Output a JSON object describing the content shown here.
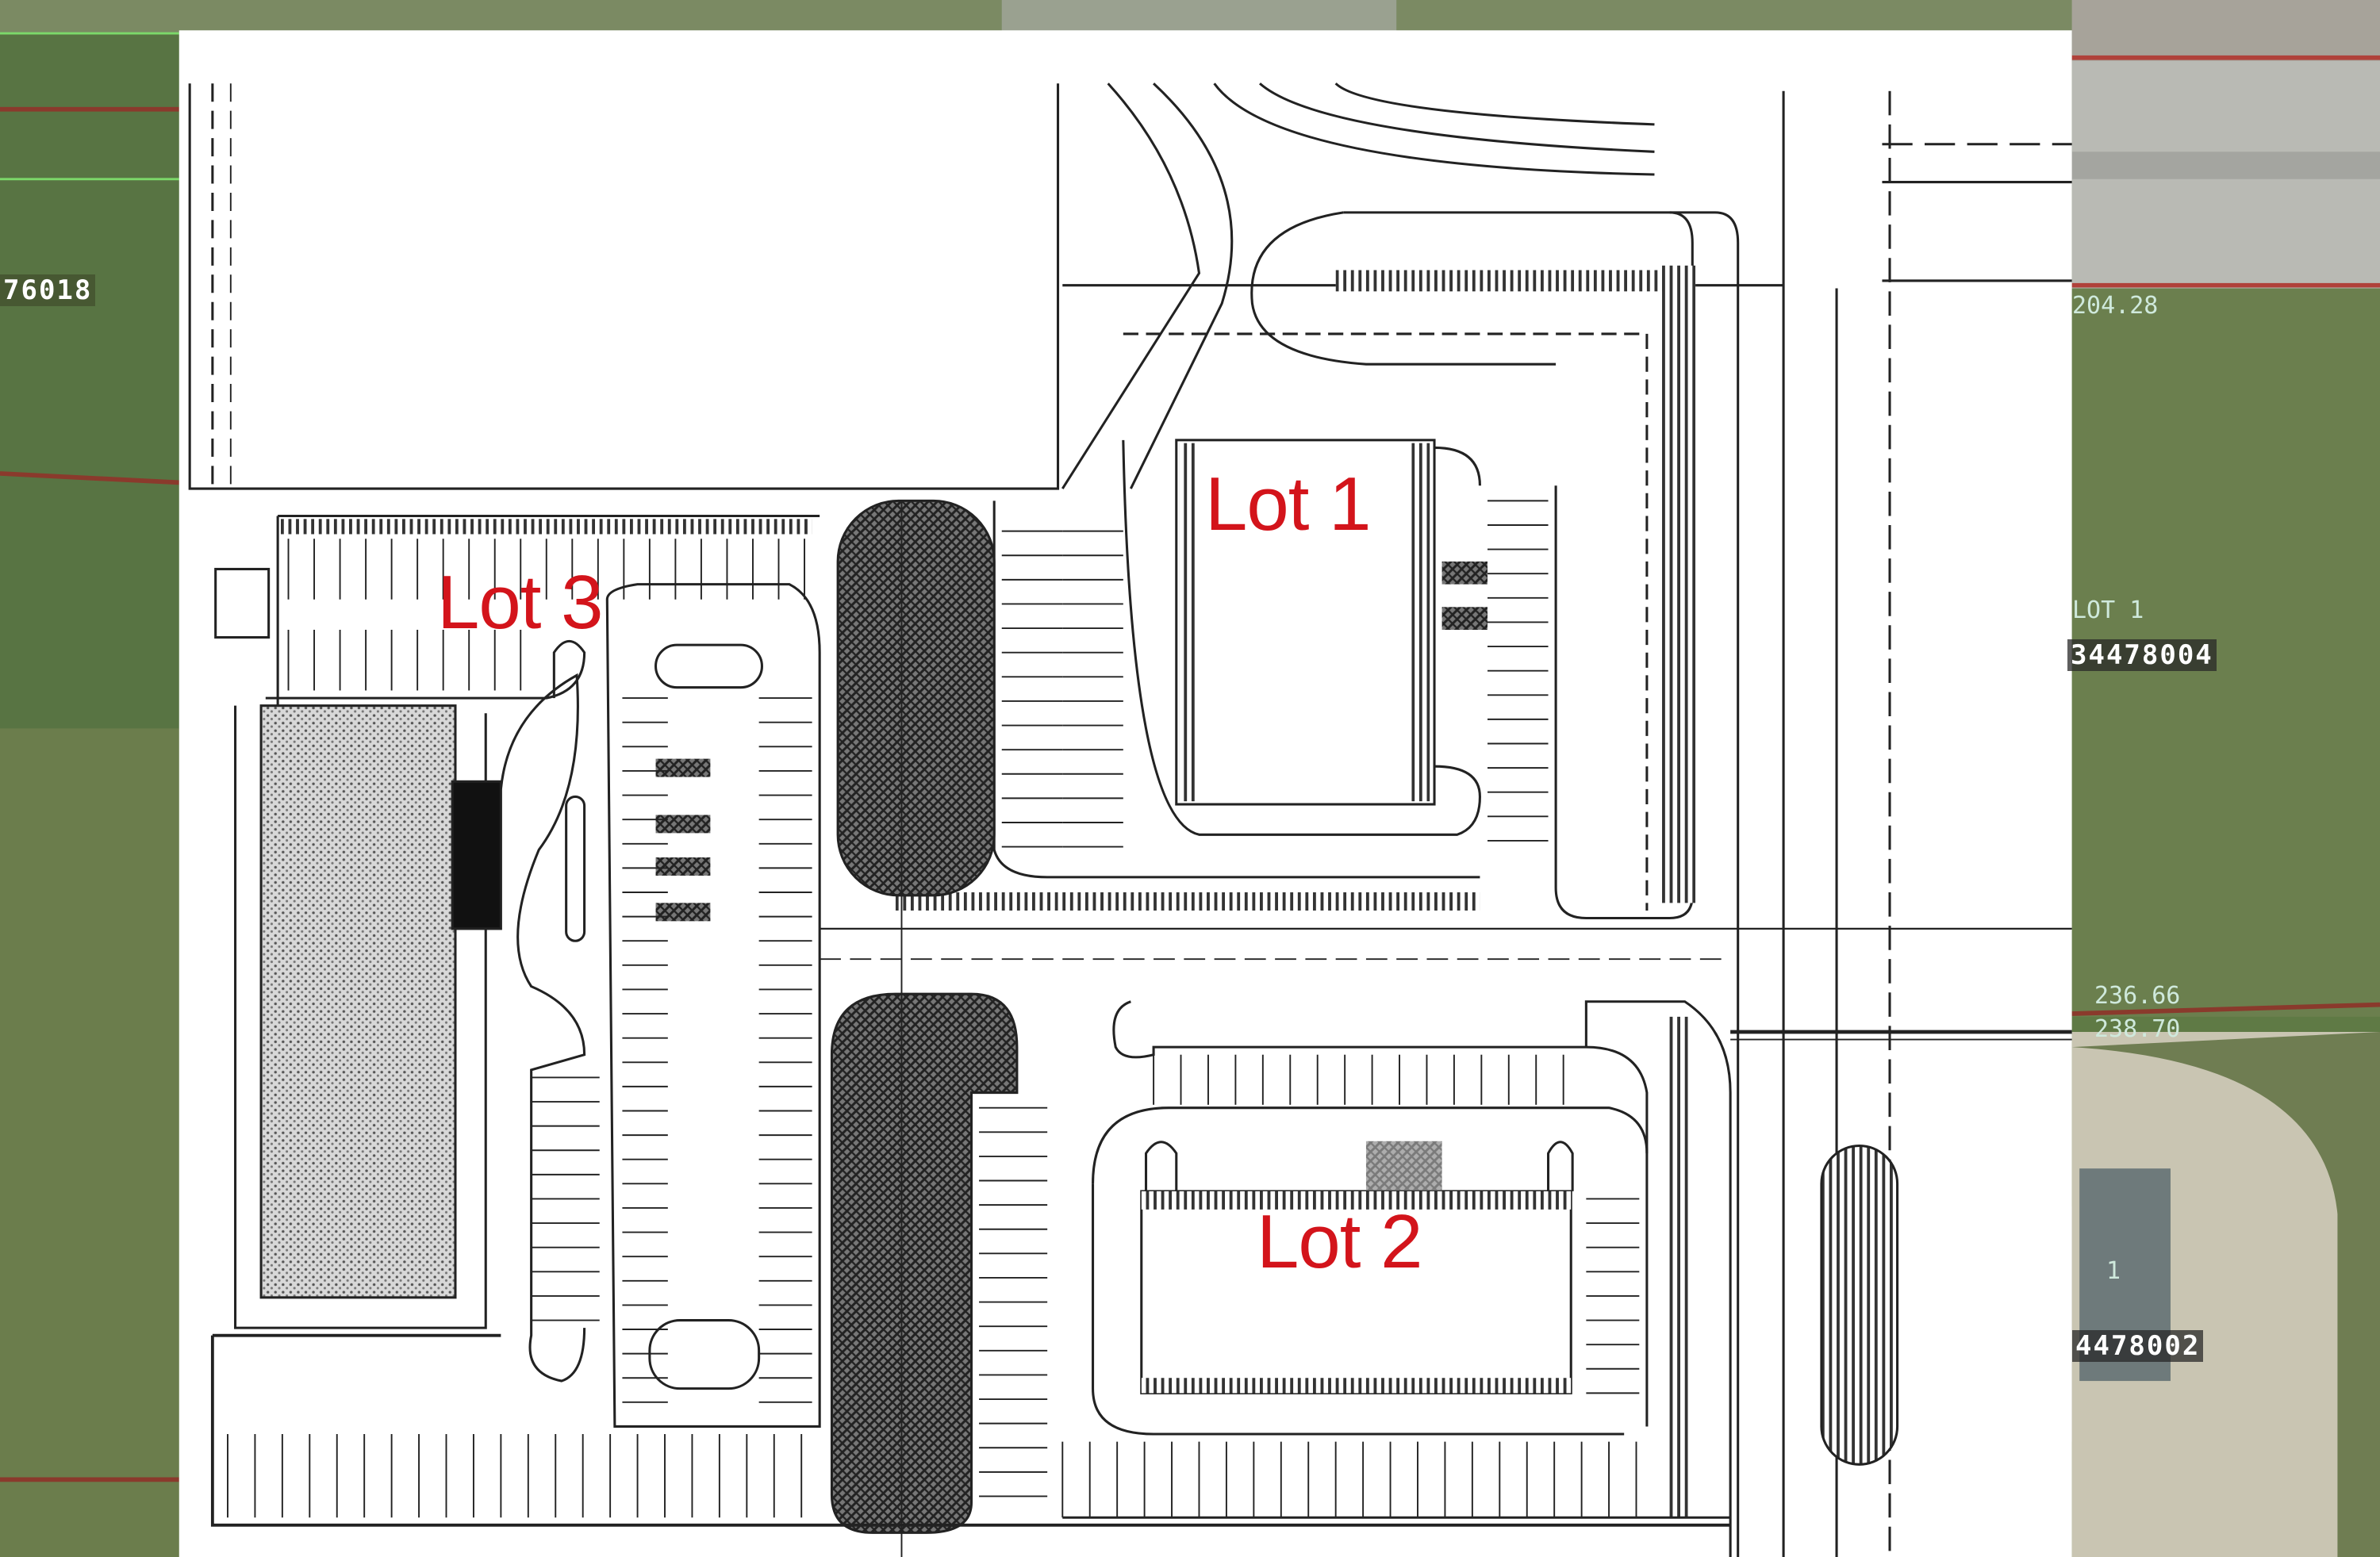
{
  "map": {
    "lots": [
      {
        "label": "Lot 1"
      },
      {
        "label": "Lot 2"
      },
      {
        "label": "Lot 3"
      }
    ],
    "parcels": {
      "left_id": "76018",
      "right_top_label": "LOT 1",
      "right_top_id": "34478004",
      "right_bottom_number": "1",
      "right_bottom_id": "4478002"
    },
    "dimensions": {
      "top_right": "204.28",
      "right_mid_1": "236.66",
      "right_mid_2": "238.70"
    },
    "colors": {
      "lot_label": "#d3141b",
      "plan_background": "#ffffff",
      "aerial_grass": "#5f7a45",
      "property_line": "#b0413a"
    }
  }
}
